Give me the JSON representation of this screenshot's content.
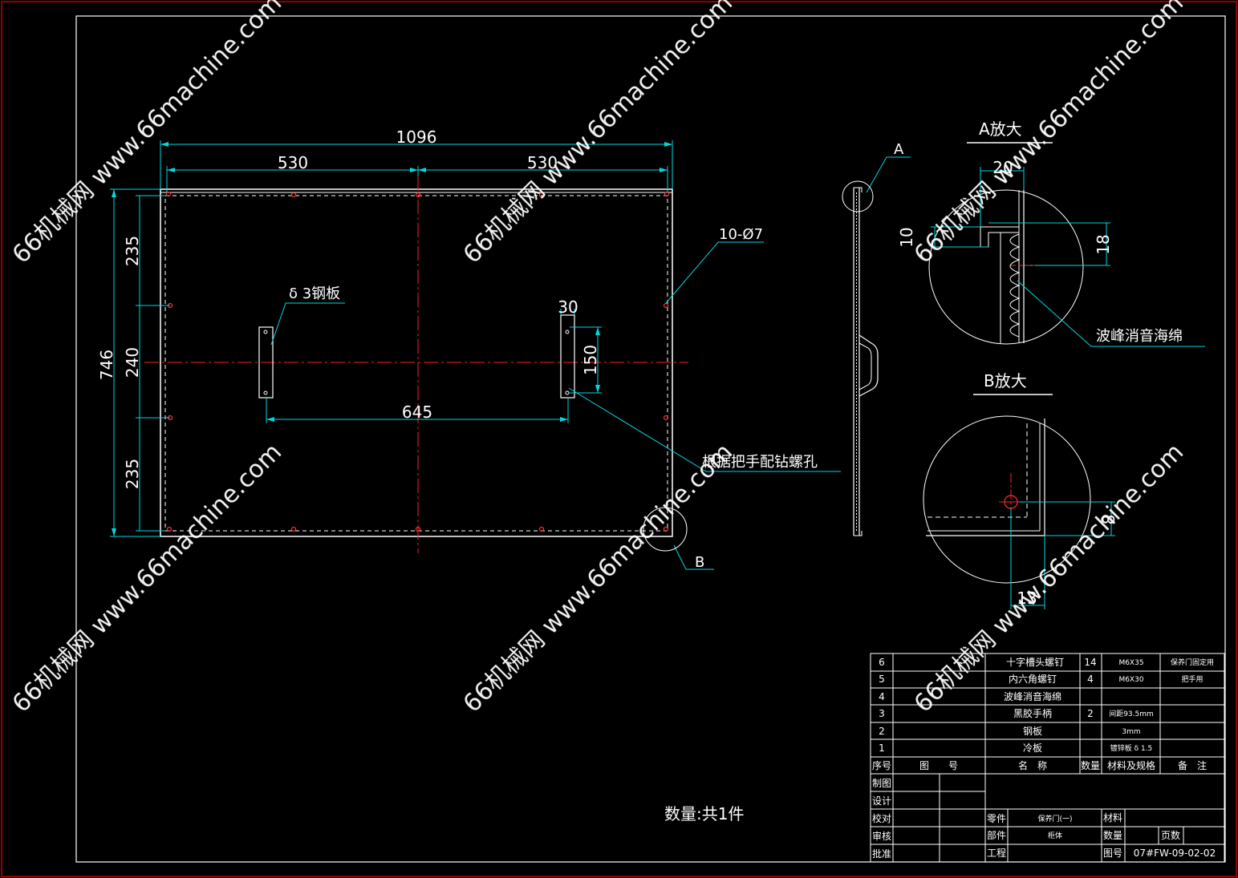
{
  "dimensions": {
    "overall_width": "1096",
    "half_width_left": "530",
    "half_width_right": "530",
    "overall_height": "746",
    "seg_top": "235",
    "seg_mid": "240",
    "seg_bottom": "235",
    "handle_spacing": "645",
    "handle_width": "30",
    "handle_length": "150"
  },
  "labels": {
    "plate": "δ 3钢板",
    "hole_ref": "10-Ø7",
    "drill_note": "根据把手配钻螺孔",
    "mark_a": "A",
    "mark_b": "B",
    "detail_a_title": "A放大",
    "detail_b_title": "B放大",
    "foam": "波峰消音海绵",
    "quantity": "数量:共1件"
  },
  "detail_a_dims": {
    "d20": "20",
    "d10": "10",
    "d18": "18"
  },
  "detail_b_dims": {
    "d8": "8",
    "d13": "13"
  },
  "bom": {
    "headers": [
      "序号",
      "图　　号",
      "名　称",
      "数量",
      "材料及规格",
      "备　注"
    ],
    "rows": [
      {
        "no": "6",
        "name": "十字槽头螺钉",
        "qty": "14",
        "spec": "M6X35",
        "note": "保养门固定用"
      },
      {
        "no": "5",
        "name": "内六角螺钉",
        "qty": "4",
        "spec": "M6X30",
        "note": "把手用"
      },
      {
        "no": "4",
        "name": "波峰消音海绵",
        "qty": "",
        "spec": "",
        "note": ""
      },
      {
        "no": "3",
        "name": "黑胶手柄",
        "qty": "2",
        "spec": "间距93.5mm",
        "note": ""
      },
      {
        "no": "2",
        "name": "钢板",
        "qty": "",
        "spec": "3mm",
        "note": ""
      },
      {
        "no": "1",
        "name": "冷板",
        "qty": "",
        "spec": "镀锌板 δ 1.5",
        "note": ""
      }
    ]
  },
  "titleblock": {
    "roles": [
      "制图",
      "设计",
      "校对",
      "审核",
      "批准"
    ],
    "part_label": "零件",
    "part_value": "保养门(一)",
    "assembly_label": "部件",
    "assembly_value": "柜体",
    "project_label": "工程",
    "material_label": "材料",
    "qty_label": "数量",
    "pages_label": "页数",
    "drawing_no_label": "图号",
    "drawing_no": "07#FW-09-02-02"
  },
  "watermark": "66机械网 www.66machine.com",
  "colors": {
    "line": "#ffffff",
    "dimension": "#00d8e0",
    "centerline": "#ff2020"
  }
}
